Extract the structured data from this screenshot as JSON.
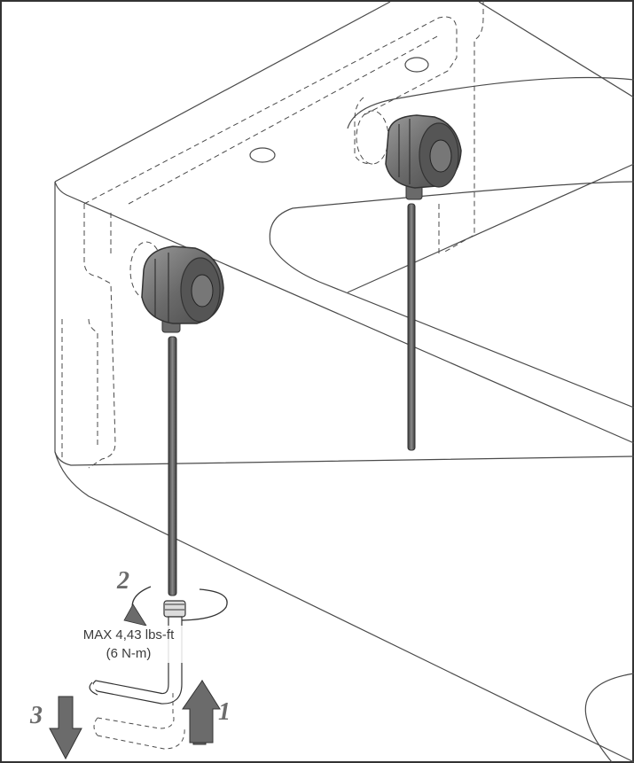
{
  "diagram": {
    "torque": {
      "line1": "MAX 4,43 lbs-ft",
      "line2": "(6 N-m)"
    },
    "steps": {
      "step1": "1",
      "step2": "2",
      "step3": "3"
    },
    "colors": {
      "outline": "#4a4a4a",
      "nut_dark": "#5a5a5a",
      "nut_mid": "#7a7a7a",
      "arrow_fill": "#6b6b6b",
      "frame": "#333333"
    }
  }
}
